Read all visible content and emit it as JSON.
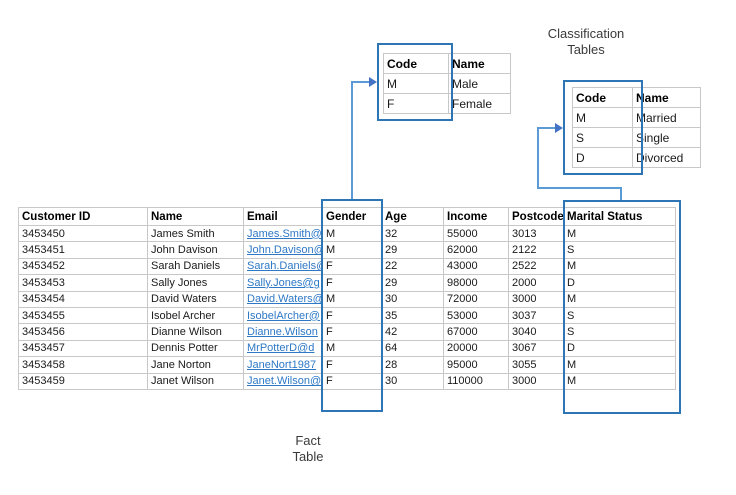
{
  "labels": {
    "classification_line1": "Classification",
    "classification_line2": "Tables",
    "fact_line1": "Fact",
    "fact_line2": "Table"
  },
  "gender_table": {
    "headers": [
      "Code",
      "Name"
    ],
    "rows": [
      [
        "M",
        "Male"
      ],
      [
        "F",
        "Female"
      ]
    ]
  },
  "marital_table": {
    "headers": [
      "Code",
      "Name"
    ],
    "rows": [
      [
        "M",
        "Married"
      ],
      [
        "S",
        "Single"
      ],
      [
        "D",
        "Divorced"
      ]
    ]
  },
  "fact_table": {
    "headers": [
      "Customer ID",
      "Name",
      "Email",
      "Gender",
      "Age",
      "Income",
      "Postcode",
      "Marital Status"
    ],
    "rows": [
      [
        "3453450",
        "James Smith",
        "James.Smith@",
        "M",
        "32",
        "55000",
        "3013",
        "M"
      ],
      [
        "3453451",
        "John Davison",
        "John.Davison@",
        "M",
        "29",
        "62000",
        "2122",
        "S"
      ],
      [
        "3453452",
        "Sarah Daniels",
        "Sarah.Daniels@",
        "F",
        "22",
        "43000",
        "2522",
        "M"
      ],
      [
        "3453453",
        "Sally Jones",
        "Sally.Jones@g",
        "F",
        "29",
        "98000",
        "2000",
        "D"
      ],
      [
        "3453454",
        "David Waters",
        "David.Waters@",
        "M",
        "30",
        "72000",
        "3000",
        "M"
      ],
      [
        "3453455",
        "Isobel Archer",
        "IsobelArcher@",
        "F",
        "35",
        "53000",
        "3037",
        "S"
      ],
      [
        "3453456",
        "Dianne Wilson",
        "Dianne.Wilson",
        "F",
        "42",
        "67000",
        "3040",
        "S"
      ],
      [
        "3453457",
        "Dennis Potter",
        "MrPotterD@d",
        "M",
        "64",
        "20000",
        "3067",
        "D"
      ],
      [
        "3453458",
        "Jane Norton",
        "JaneNort1987",
        "F",
        "28",
        "95000",
        "3055",
        "M"
      ],
      [
        "3453459",
        "Janet Wilson",
        "Janet.Wilson@",
        "F",
        "30",
        "110000",
        "3000",
        "M"
      ]
    ]
  },
  "icons": {
    "gender_arrowhead": "triangle-right",
    "marital_arrowhead": "triangle-right"
  },
  "colors": {
    "highlight_rect_blue": "#2E75B6",
    "connector_blue": "#5B9BD5",
    "arrowhead_blue": "#4472C4",
    "hyperlink_blue": "#2E78C6",
    "table_border_gray": "#C8C8C8",
    "text_dark": "#1A1A1A",
    "background": "#FFFFFF"
  }
}
